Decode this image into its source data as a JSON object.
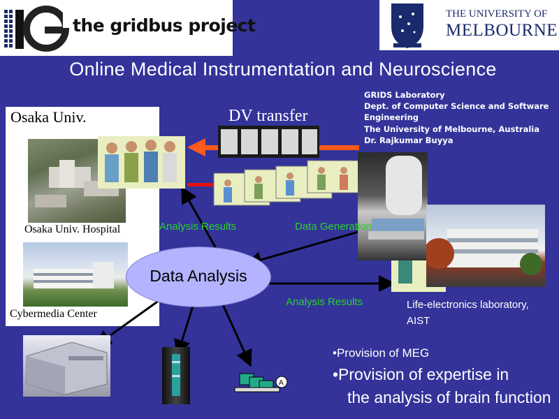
{
  "header": {
    "gridbus_logo_text": "the gridbus project",
    "melbourne_logo_line1": "THE UNIVERSITY OF",
    "melbourne_logo_line2": "MELBOURNE"
  },
  "title": "Online Medical Instrumentation and Neuroscience",
  "grids_info": {
    "line1": "GRIDS  Laboratory",
    "line2": "Dept. of Computer Science and Software",
    "line3": "Engineering",
    "line4": "The University of Melbourne, Australia",
    "line5": "Dr. Rajkumar Buyya"
  },
  "osaka": {
    "title": "Osaka Univ.",
    "hospital_label": "Osaka Univ. Hospital",
    "cybermedia_label": "Cybermedia Center"
  },
  "flow": {
    "dv_transfer": "DV transfer",
    "analysis_results_top": "Analysis Results",
    "data_generation": "Data Generation",
    "data_analysis": "Data Analysis",
    "analysis_results_bottom": "Analysis Results"
  },
  "aist": {
    "line1": "Life-electronics laboratory,",
    "line2": "AIST"
  },
  "provisions": {
    "meg": "•Provision of MEG",
    "expertise_line1": "•Provision of expertise in",
    "expertise_line2": "the analysis of brain function"
  },
  "colors": {
    "background": "#33339a",
    "green_label": "#28d428",
    "arrow_orange": "#ff5a1a",
    "arrow_red": "#e81010",
    "ellipse": "#b3b3ff"
  }
}
